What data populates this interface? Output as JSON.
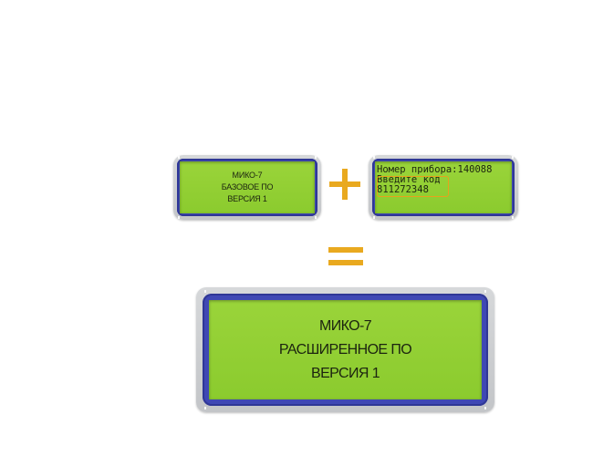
{
  "lcd_basic": {
    "lines": [
      "МИКО-7",
      "БАЗОВОЕ ПО",
      "ВЕРСИЯ 1"
    ]
  },
  "lcd_code": {
    "device_line": "Номер прибора:140088",
    "prompt": "Введите код",
    "code": "811272348"
  },
  "lcd_extended": {
    "lines": [
      "МИКО-7",
      "РАСШИРЕННОЕ ПО",
      "ВЕРСИЯ 1"
    ]
  },
  "operators": {
    "plus": "plus-sign",
    "equals": "equals-sign"
  },
  "colors": {
    "screen_green": "#8fce32",
    "frame_blue": "#3f48b4",
    "bezel_grey": "#c9cbce",
    "accent_orange": "#e9a91f"
  }
}
